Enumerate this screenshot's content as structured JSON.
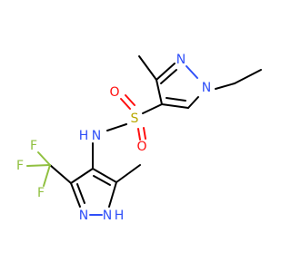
{
  "colors": {
    "N": "#3050F8",
    "O": "#FF0D0D",
    "S": "#B8A800",
    "F": "#90C040",
    "C": "#000000"
  },
  "atoms": {
    "n1": {
      "label": "N",
      "element": "N"
    },
    "n2": {
      "label": "N",
      "element": "N"
    },
    "s": {
      "label": "S",
      "element": "S"
    },
    "o1": {
      "label": "O",
      "element": "O"
    },
    "o2": {
      "label": "O",
      "element": "O"
    },
    "nh_amide": {
      "label": "N",
      "element": "N"
    },
    "h_amide": {
      "label": "H",
      "element": "N"
    },
    "n_pz2": {
      "label": "N",
      "element": "N"
    },
    "nh_pz2": {
      "label": "N",
      "element": "N"
    },
    "h_pz2": {
      "label": "H",
      "element": "N"
    },
    "f1": {
      "label": "F",
      "element": "F"
    },
    "f2": {
      "label": "F",
      "element": "F"
    },
    "f3": {
      "label": "F",
      "element": "F"
    }
  }
}
